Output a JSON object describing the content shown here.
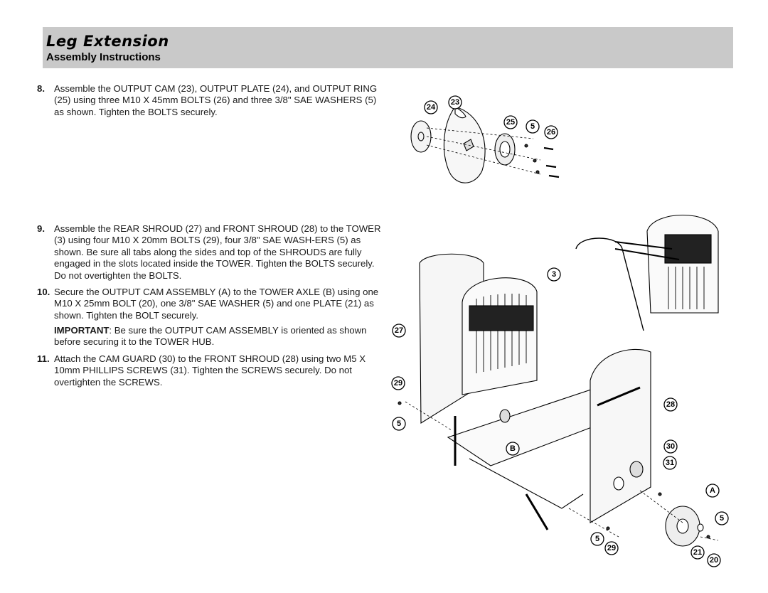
{
  "header": {
    "title": "Leg Extension",
    "subtitle": "Assembly Instructions"
  },
  "steps": [
    {
      "number": "8.",
      "text": "Assemble the OUTPUT CAM (23), OUTPUT PLATE (24), and OUTPUT RING (25) using three M10 X 45mm BOLTS (26) and three 3/8\" SAE WASHERS (5) as shown. Tighten the BOLTS securely."
    },
    {
      "number": "9.",
      "text": "Assemble the REAR SHROUD (27) and FRONT SHROUD (28) to the TOWER (3) using four M10 X 20mm BOLTS (29), four 3/8\" SAE WASH-ERS (5) as shown. Be sure all tabs along the sides and top of the SHROUDS are fully engaged in the slots located inside the TOWER. Tighten the BOLTS securely. Do not overtighten the BOLTS."
    },
    {
      "number": "10.",
      "text": "Secure the OUTPUT CAM ASSEMBLY (A) to the TOWER AXLE (B) using one M10 X 25mm BOLT (20), one 3/8\" SAE WASHER (5) and one PLATE (21) as shown. Tighten the BOLT securely."
    },
    {
      "number": "11.",
      "text": "Attach the CAM GUARD (30) to the FRONT SHROUD (28) using two M5 X 10mm PHILLIPS SCREWS (31). Tighten the SCREWS securely. Do not overtighten the SCREWS."
    }
  ],
  "important": {
    "label": "IMPORTANT",
    "text": ": Be sure the OUTPUT CAM ASSEMBLY is oriented as shown before securing it to the TOWER HUB."
  },
  "figure1_callouts": [
    "24",
    "23",
    "25",
    "5",
    "26"
  ],
  "figure2_callouts": [
    "3",
    "27",
    "29",
    "5",
    "B",
    "28",
    "30",
    "31",
    "A",
    "5",
    "21",
    "20",
    "5",
    "29"
  ]
}
